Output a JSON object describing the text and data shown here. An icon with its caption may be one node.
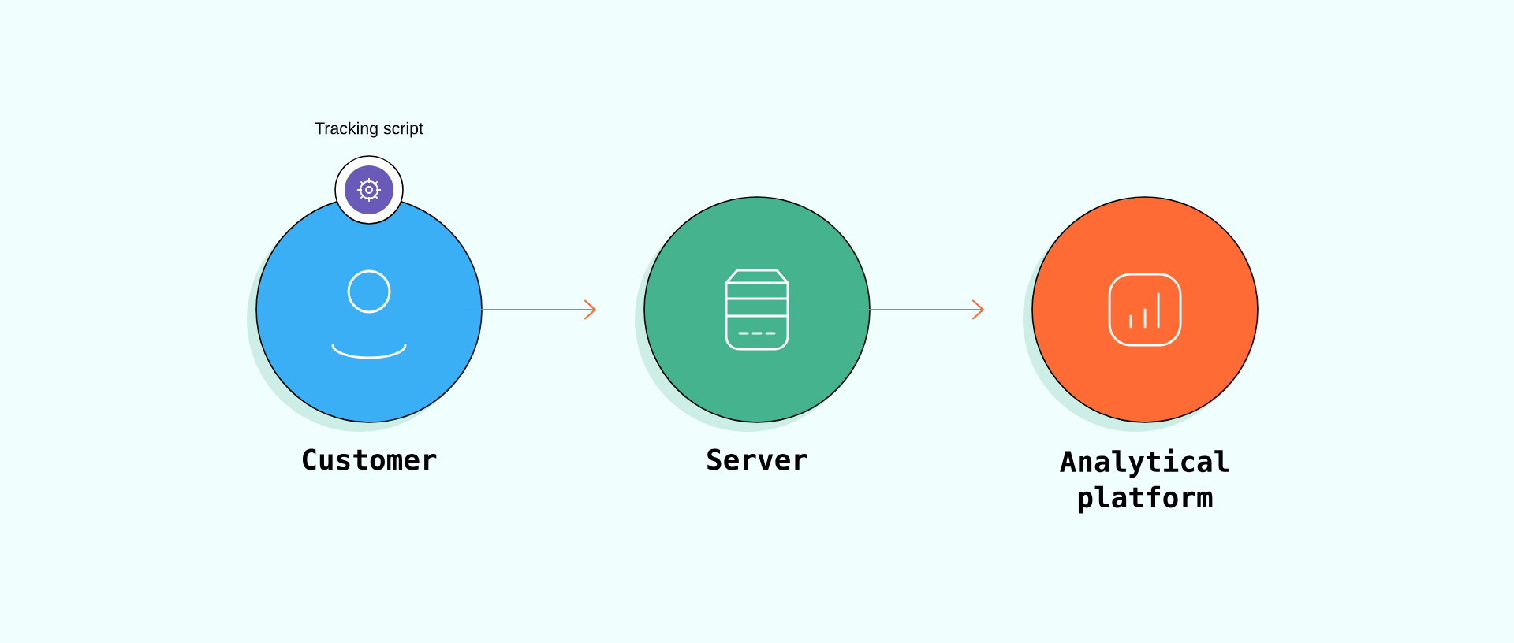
{
  "diagram": {
    "nodes": [
      {
        "text": [
          "Customer"
        ]
      },
      {
        "text": [
          "Server"
        ]
      },
      {
        "text": [
          "Analytical platform"
        ]
      },
      {
        "text": [
          "Tracking script"
        ]
      }
    ],
    "edges": [
      {
        "from": 0,
        "to": 1,
        "arrow": "to"
      },
      {
        "from": 1,
        "to": 2,
        "arrow": "to"
      }
    ]
  }
}
